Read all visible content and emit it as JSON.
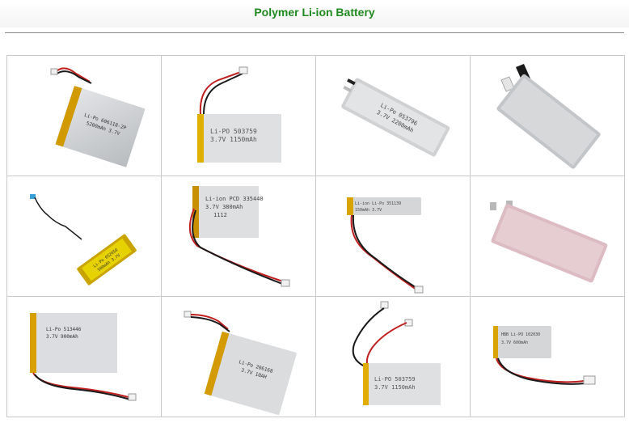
{
  "page": {
    "title": "Polymer Li-ion Battery"
  },
  "gallery": {
    "items": [
      {
        "line1": "Li-Po 606118-2P",
        "line2": "5200mAh 3.7V"
      },
      {
        "line1": "Li-PO 503759",
        "line2": "3.7V 1150mAh"
      },
      {
        "line1": "Li-Po 053796",
        "line2": "3.7V 2200mAh"
      },
      {
        "line1": "",
        "line2": ""
      },
      {
        "line1": "Li-Po 052050",
        "line2": "500mAh 3.7V"
      },
      {
        "line1": "Li-ion PCD 335440",
        "line2": "3.7V 380mAh",
        "line3": "1112"
      },
      {
        "line1": "Li-ion Li-Po 351139",
        "line2": "150mAh 3.7V"
      },
      {
        "line1": "",
        "line2": ""
      },
      {
        "line1": "Li-Po 513446",
        "line2": "3.7V 900mAh"
      },
      {
        "line1": "Li-Po 206168",
        "line2": "3.7V 10AH"
      },
      {
        "line1": "Li-PO 503759",
        "line2": "3.7V 1150mAh"
      },
      {
        "line1": "HBB Li-PO 102030",
        "line2": "3.7V 600mAh"
      }
    ]
  },
  "colors": {
    "title": "#1f8a1f",
    "cell_border": "#c9c9c9",
    "battery_silver": "#cfd2d5",
    "battery_tape": "#d9a300",
    "wire_red": "#c0201f",
    "wire_black": "#1a1a1a"
  }
}
